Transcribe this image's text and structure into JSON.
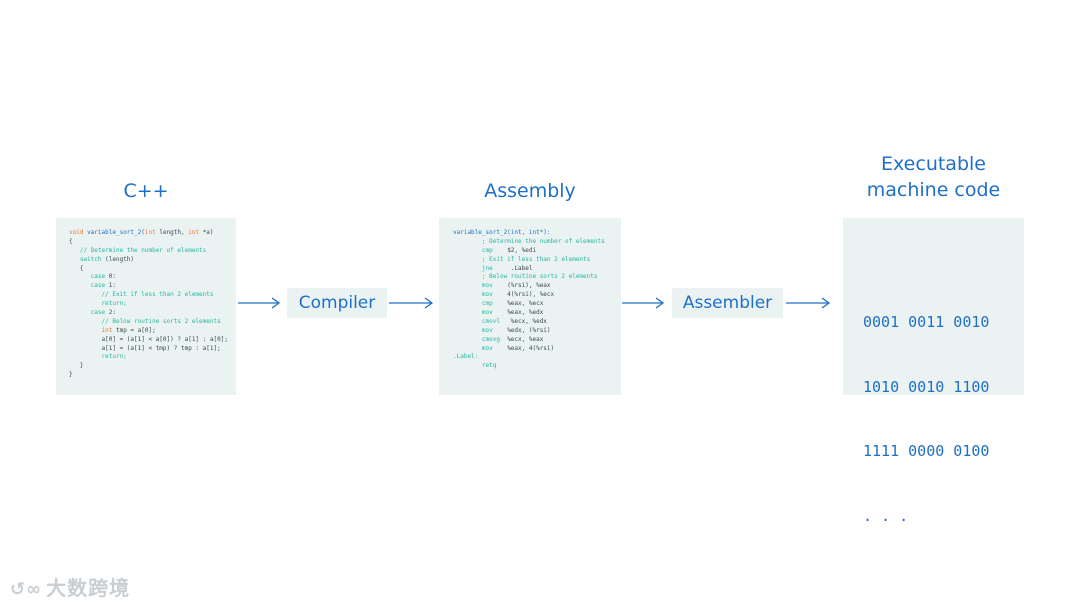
{
  "headings": {
    "cpp": "C++",
    "assembly": "Assembly",
    "machine_line1": "Executable",
    "machine_line2": "machine code"
  },
  "stages": {
    "compiler": "Compiler",
    "assembler": "Assembler"
  },
  "cpp_code": [
    [
      {
        "t": "void",
        "c": "kw"
      },
      {
        "t": " variable_sort_2(",
        "c": "fn"
      },
      {
        "t": "int",
        "c": "kw"
      },
      {
        "t": " length, ",
        "c": "plain"
      },
      {
        "t": "int",
        "c": "kw"
      },
      {
        "t": " *a)",
        "c": "plain"
      }
    ],
    [
      {
        "t": "{",
        "c": "plain"
      }
    ],
    [
      {
        "t": "   // Determine the number of elements",
        "c": "cm"
      }
    ],
    [
      {
        "t": "   switch",
        "c": "cm"
      },
      {
        "t": " (length)",
        "c": "plain"
      }
    ],
    [
      {
        "t": "   {",
        "c": "plain"
      }
    ],
    [
      {
        "t": "      case",
        "c": "cm"
      },
      {
        "t": " 0:",
        "c": "plain"
      }
    ],
    [
      {
        "t": "      case",
        "c": "cm"
      },
      {
        "t": " 1:",
        "c": "plain"
      }
    ],
    [
      {
        "t": "         // Exit if less than 2 elements",
        "c": "cm"
      }
    ],
    [
      {
        "t": "         return;",
        "c": "cm"
      }
    ],
    [
      {
        "t": "      case",
        "c": "cm"
      },
      {
        "t": " 2:",
        "c": "plain"
      }
    ],
    [
      {
        "t": "         // Below routine sorts 2 elements",
        "c": "cm"
      }
    ],
    [
      {
        "t": "         int",
        "c": "kw"
      },
      {
        "t": " tmp = a[0];",
        "c": "plain"
      }
    ],
    [
      {
        "t": "         a[0] = (a[1] < a[0]) ? a[1] : a[0];",
        "c": "plain"
      }
    ],
    [
      {
        "t": "         a[1] = (a[1] < tmp) ? tmp : a[1];",
        "c": "plain"
      }
    ],
    [
      {
        "t": "         return;",
        "c": "cm"
      }
    ],
    [
      {
        "t": "   }",
        "c": "plain"
      }
    ],
    [
      {
        "t": "}",
        "c": "plain"
      }
    ]
  ],
  "asm_code": [
    [
      {
        "t": "variable_sort_2(int, int*):",
        "c": "fn"
      }
    ],
    [
      {
        "t": "        ; Determine the number of elements",
        "c": "cm"
      }
    ],
    [
      {
        "t": "        cmp    ",
        "c": "cm"
      },
      {
        "t": "$2, %edi",
        "c": "plain"
      }
    ],
    [
      {
        "t": "        ; Exit if less than 2 elements",
        "c": "cm"
      }
    ],
    [
      {
        "t": "        jne    ",
        "c": "cm"
      },
      {
        "t": " .Label",
        "c": "plain"
      }
    ],
    [
      {
        "t": "        ; Below routine sorts 2 elements",
        "c": "cm"
      }
    ],
    [
      {
        "t": "        mov    ",
        "c": "cm"
      },
      {
        "t": "(%rsi), %eax",
        "c": "plain"
      }
    ],
    [
      {
        "t": "        mov    ",
        "c": "cm"
      },
      {
        "t": "4(%rsi), %ecx",
        "c": "plain"
      }
    ],
    [
      {
        "t": "        cmp    ",
        "c": "cm"
      },
      {
        "t": "%eax, %ecx",
        "c": "plain"
      }
    ],
    [
      {
        "t": "        mov    ",
        "c": "cm"
      },
      {
        "t": "%eax, %edx",
        "c": "plain"
      }
    ],
    [
      {
        "t": "        cmovl  ",
        "c": "cm"
      },
      {
        "t": " %ecx, %edx",
        "c": "plain"
      }
    ],
    [
      {
        "t": "        mov    ",
        "c": "cm"
      },
      {
        "t": "%edx, (%rsi)",
        "c": "plain"
      }
    ],
    [
      {
        "t": "        cmovg  ",
        "c": "cm"
      },
      {
        "t": "%ecx, %eax",
        "c": "plain"
      }
    ],
    [
      {
        "t": "        mov    ",
        "c": "cm"
      },
      {
        "t": "%eax, 4(%rsi)",
        "c": "plain"
      }
    ],
    [
      {
        "t": ".Label:",
        "c": "num"
      }
    ],
    [
      {
        "t": "        retq",
        "c": "cm"
      }
    ]
  ],
  "machine_code": [
    "0001 0011 0010",
    "1010 0010 1100",
    "1111 0000 0100",
    ". . ."
  ],
  "watermark": {
    "logo": "↺∞",
    "text": "大数跨境"
  },
  "colors": {
    "accent": "#1f6fc8",
    "panel": "#eaf3f2",
    "keyword": "#e07a3e",
    "comment": "#2ab5a5"
  }
}
